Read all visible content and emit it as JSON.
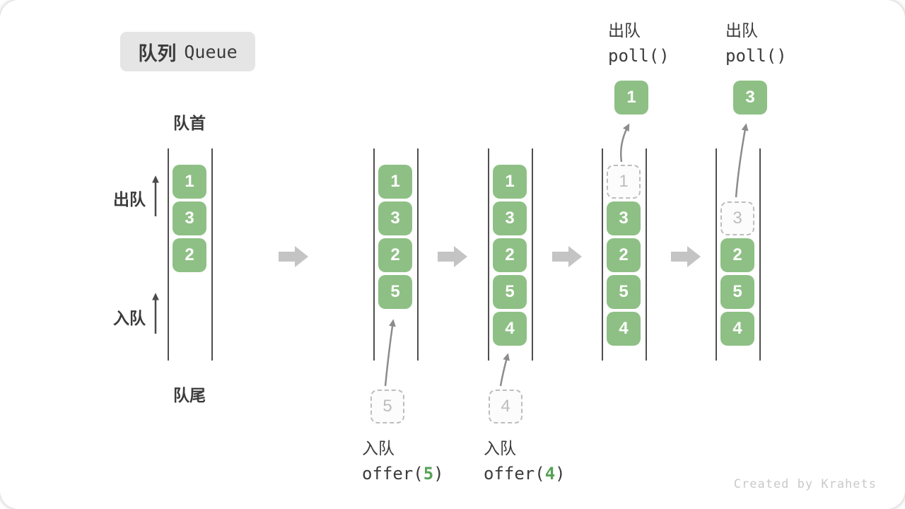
{
  "title": {
    "zh": "队列",
    "en": "Queue"
  },
  "side_labels": {
    "front": "队首",
    "rear": "队尾",
    "dequeue": "出队",
    "enqueue": "入队"
  },
  "states": [
    {
      "items": [
        "1",
        "3",
        "2"
      ]
    },
    {
      "items": [
        "1",
        "3",
        "2",
        "5"
      ]
    },
    {
      "items": [
        "1",
        "3",
        "2",
        "5",
        "4"
      ]
    },
    {
      "ghost": "1",
      "items": [
        "3",
        "2",
        "5",
        "4"
      ]
    },
    {
      "ghost": "3",
      "items": [
        "2",
        "5",
        "4"
      ]
    }
  ],
  "operations": {
    "enqueue5": {
      "label": "入队",
      "fn_pre": "offer(",
      "fn_arg": "5",
      "fn_post": ")",
      "pending": "5"
    },
    "enqueue4": {
      "label": "入队",
      "fn_pre": "offer(",
      "fn_arg": "4",
      "fn_post": ")",
      "pending": "4"
    },
    "dequeue1": {
      "label": "出队",
      "fn": "poll()",
      "value": "1"
    },
    "dequeue3": {
      "label": "出队",
      "fn": "poll()",
      "value": "3"
    }
  },
  "watermark": "Created by Krahets",
  "colors": {
    "box_green": "#8EC085",
    "code_green": "#57A157",
    "step_arrow": "#C4C4C4",
    "thin_arrow": "#8C8C8C",
    "dark_arrow": "#4A4A4A",
    "queue_line": "#4F4F4F",
    "ghost_border": "#BDBDBD",
    "title_bg": "#E5E5E5",
    "dark": "#3B3B3B"
  }
}
